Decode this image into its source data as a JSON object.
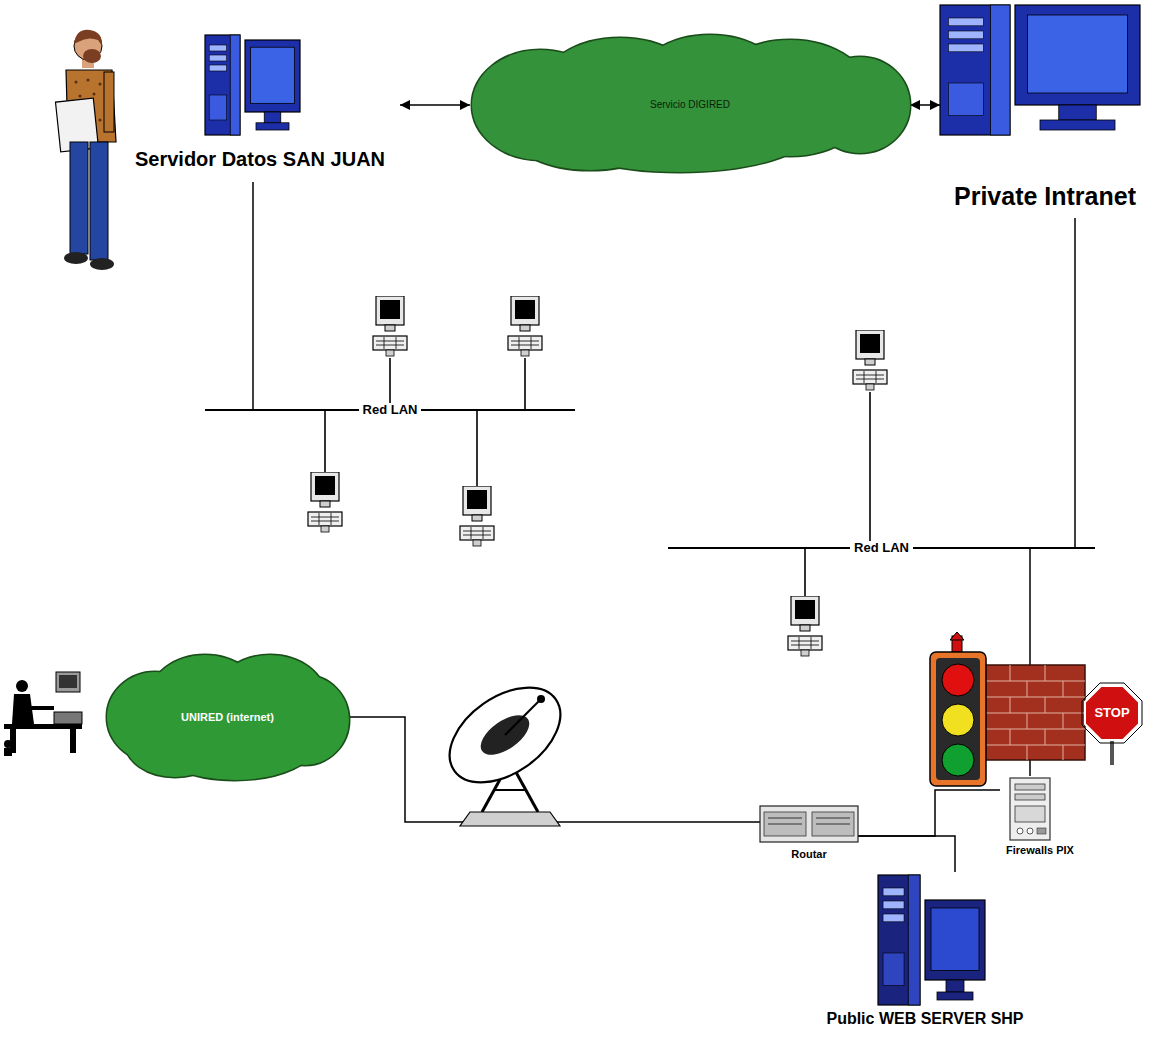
{
  "diagram": {
    "nodes": [
      {
        "text": [
          "Servidor Datos SAN JUAN"
        ]
      },
      {
        "text": [
          "Servicio DIGIRED"
        ]
      },
      {
        "text": [
          "Private Intranet"
        ]
      },
      {
        "text": [
          "Red LAN"
        ]
      },
      {
        "text": [
          "Red LAN"
        ]
      },
      {
        "text": [
          "UNIRED (internet)"
        ]
      },
      {
        "text": [
          "Routar"
        ]
      },
      {
        "text": [
          "Firewalls PIX"
        ]
      },
      {
        "text": [
          "Public WEB SERVER SHP"
        ]
      }
    ],
    "edges": [
      {
        "from": 0,
        "to": 1,
        "arrow": "both"
      },
      {
        "from": 1,
        "to": 2,
        "arrow": "both"
      },
      {
        "from": 0,
        "to": 3,
        "arrow": "none"
      },
      {
        "from": 2,
        "to": 4,
        "arrow": "none"
      },
      {
        "from": 4,
        "to": 7,
        "arrow": "none"
      },
      {
        "from": 5,
        "to": 6,
        "arrow": "none"
      },
      {
        "from": 6,
        "to": 7,
        "arrow": "none"
      },
      {
        "from": 6,
        "to": 8,
        "arrow": "none"
      }
    ],
    "labels": [
      "STOP"
    ]
  }
}
